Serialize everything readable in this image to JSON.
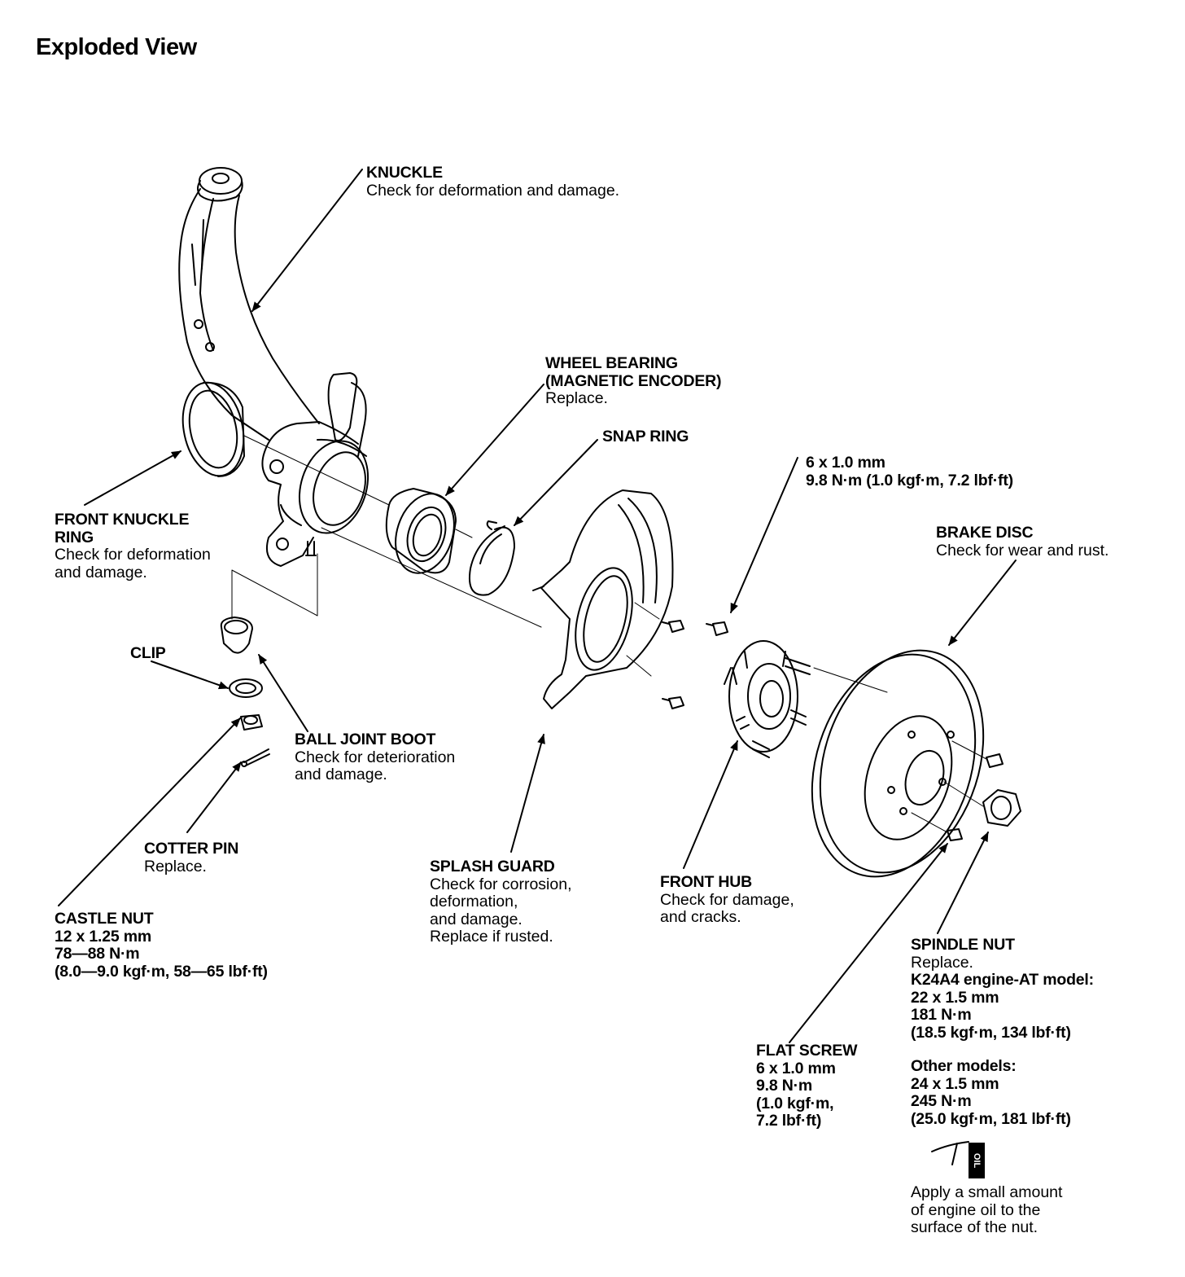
{
  "title": "Exploded View",
  "callouts": {
    "knuckle": {
      "name": "KNUCKLE",
      "note": "Check for deformation and damage."
    },
    "wheel_bearing": {
      "name_1": "WHEEL BEARING",
      "name_2": "(MAGNETIC ENCODER)",
      "note": "Replace."
    },
    "snap_ring": {
      "name": "SNAP RING"
    },
    "bolt_spec": {
      "size": "6 x 1.0 mm",
      "torque": "9.8 N·m (1.0 kgf·m, 7.2 lbf·ft)"
    },
    "brake_disc": {
      "name": "BRAKE DISC",
      "note": "Check for wear and rust."
    },
    "front_knuckle_ring": {
      "name_1": "FRONT KNUCKLE",
      "name_2": "RING",
      "note_1": "Check for deformation",
      "note_2": "and damage."
    },
    "clip": {
      "name": "CLIP"
    },
    "ball_joint_boot": {
      "name": "BALL JOINT BOOT",
      "note_1": "Check for deterioration",
      "note_2": "and damage."
    },
    "cotter_pin": {
      "name": "COTTER PIN",
      "note": "Replace."
    },
    "castle_nut": {
      "name": "CASTLE NUT",
      "size": "12 x 1.25 mm",
      "torque_1": "78—88 N·m",
      "torque_2": "(8.0—9.0 kgf·m, 58—65 lbf·ft)"
    },
    "splash_guard": {
      "name": "SPLASH GUARD",
      "note_1": "Check for corrosion,",
      "note_2": "deformation,",
      "note_3": "and damage.",
      "note_4": "Replace if rusted."
    },
    "front_hub": {
      "name": "FRONT HUB",
      "note_1": "Check for damage,",
      "note_2": "and cracks."
    },
    "spindle_nut": {
      "name": "SPINDLE NUT",
      "note": "Replace.",
      "model_a": "K24A4 engine-AT model:",
      "a_size": "22 x 1.5 mm",
      "a_torque_1": "181 N·m",
      "a_torque_2": "(18.5 kgf·m, 134 lbf·ft)",
      "model_b": "Other models:",
      "b_size": "24 x 1.5 mm",
      "b_torque_1": "245 N·m",
      "b_torque_2": "(25.0 kgf·m, 181 lbf·ft)"
    },
    "flat_screw": {
      "name": "FLAT SCREW",
      "size": "6 x 1.0 mm",
      "torque_1": "9.8 N·m",
      "torque_2": "(1.0 kgf·m,",
      "torque_3": "7.2 lbf·ft)"
    },
    "oil_note": {
      "tag": "OIL",
      "line_1": "Apply a small amount",
      "line_2": "of engine oil to the",
      "line_3": "surface of the nut."
    }
  }
}
